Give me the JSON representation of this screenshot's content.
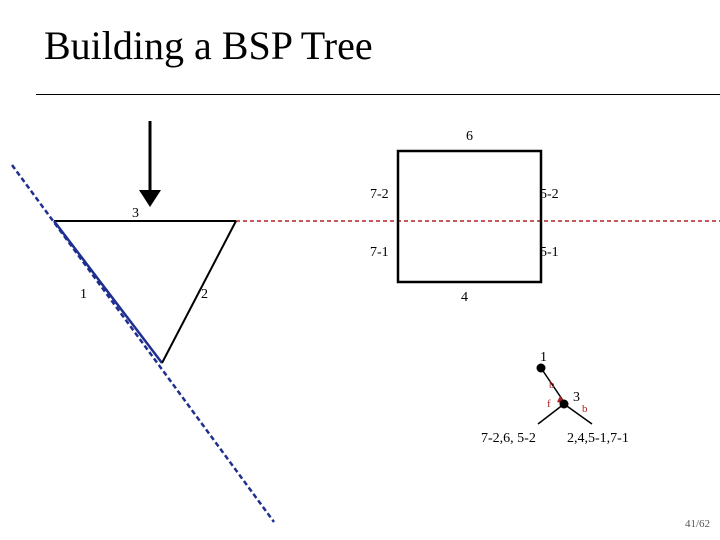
{
  "title": "Building a BSP Tree",
  "labels": {
    "edge_6": "6",
    "edge_7_2": "7-2",
    "edge_5_2": "5-2",
    "edge_3": "3",
    "edge_7_1": "7-1",
    "edge_5_1": "5-1",
    "edge_1": "1",
    "edge_2": "2",
    "edge_4": "4"
  },
  "tree": {
    "root": "1",
    "root_back": "b",
    "child": "3",
    "child_front": "f",
    "child_back": "b",
    "front_leaf": "7-2,6, 5-2",
    "back_leaf": "2,4,5-1,7-1"
  },
  "colors": {
    "splitter_line": "#1f2f8f",
    "split_plane_3": "#b22222"
  },
  "page_number": "41/62"
}
